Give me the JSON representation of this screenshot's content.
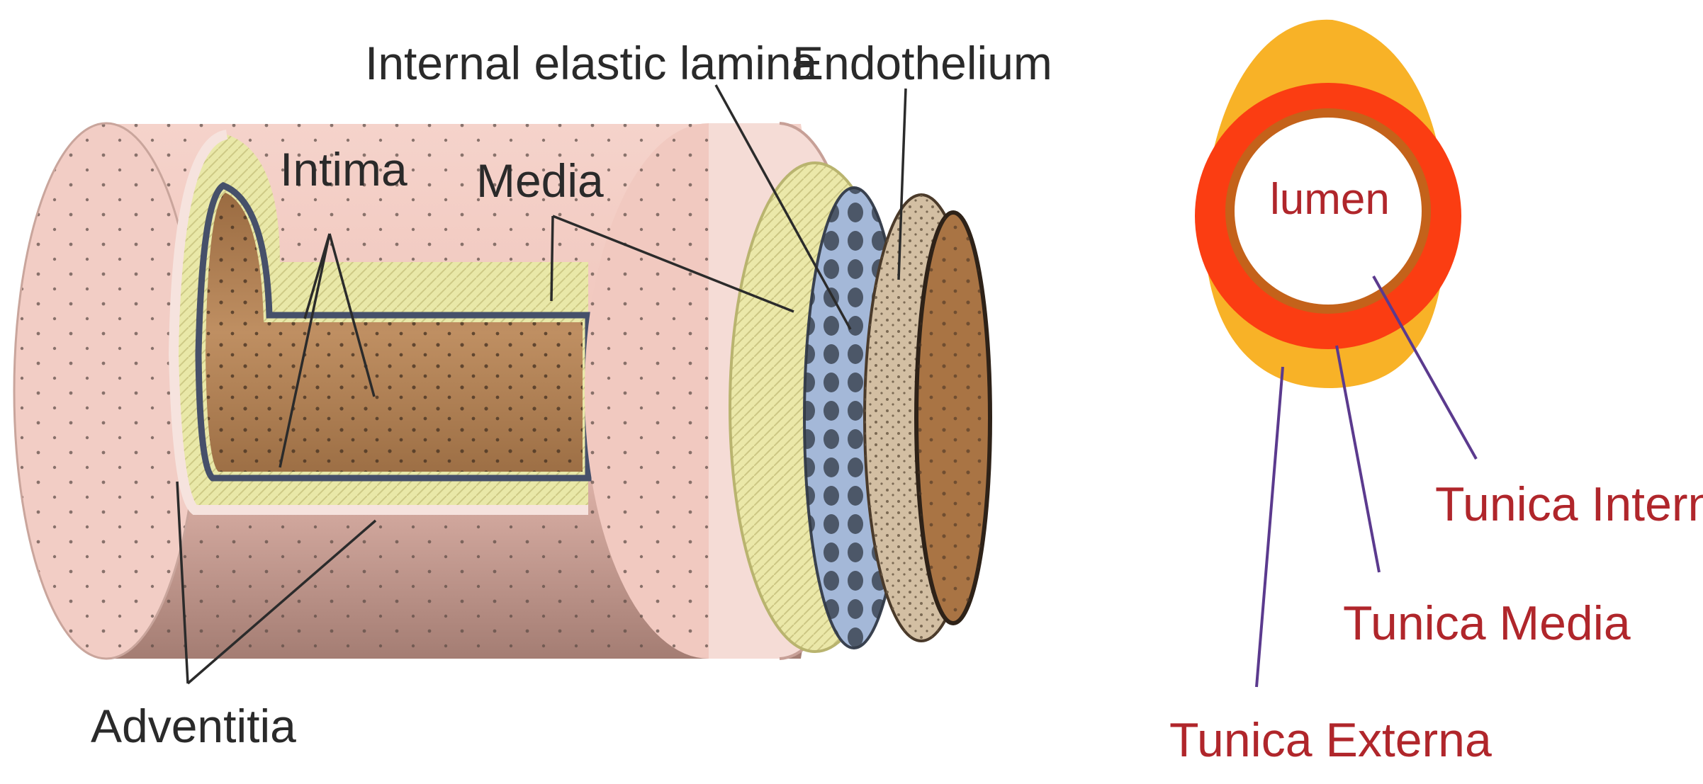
{
  "left_diagram": {
    "labels": {
      "internal_elastic_lamina": "Internal elastic lamina",
      "endothelium": "Endothelium",
      "intima": "Intima",
      "media": "Media",
      "adventitia": "Adventitia"
    }
  },
  "right_diagram": {
    "labels": {
      "lumen": "lumen",
      "tunica_interna": "Tunica Interna",
      "tunica_media": "Tunica Media",
      "tunica_externa": "Tunica Externa"
    }
  },
  "colors": {
    "adventitia": "#f3cbc3",
    "media": "#eaeaa6",
    "intima_elastic": "#9fb4d4",
    "endothelium": "#cbb79a",
    "lumen_wall": "#b8875a",
    "ring_externa": "#f8b227",
    "ring_media": "#fb3d12",
    "ring_interna": "#c4621a",
    "leader_line_left": "#2b2b2b",
    "leader_line_right": "#5b3a8e",
    "label_red": "#b0262b"
  }
}
